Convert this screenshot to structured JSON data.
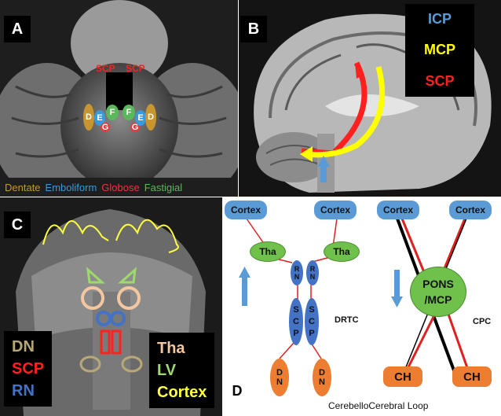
{
  "panelA": {
    "label": "A",
    "scp_left": "SCP",
    "scp_right": "SCP",
    "nuclei": {
      "dentate": "D",
      "emboliform": "E",
      "globose": "G",
      "fastigial": "F"
    },
    "legend": {
      "dentate": "Dentate",
      "emboliform": "Emboliform",
      "globose": "Globose",
      "fastigial": "Fastigial"
    }
  },
  "panelB": {
    "label": "B",
    "legend": {
      "icp": "ICP",
      "mcp": "MCP",
      "scp": "SCP"
    }
  },
  "panelC": {
    "label": "C",
    "legend_left": {
      "dn": "DN",
      "scp": "SCP",
      "rn": "RN"
    },
    "legend_right": {
      "tha": "Tha",
      "lv": "LV",
      "cortex": "Cortex"
    }
  },
  "panelD": {
    "label": "D",
    "cortex": "Cortex",
    "tha": "Tha",
    "rn_letters": [
      "R",
      "N"
    ],
    "scp_letters": [
      "S",
      "C",
      "P"
    ],
    "dn_letters": [
      "D",
      "N"
    ],
    "drtc": "DRTC",
    "pons_line1": "PONS",
    "pons_line2": "/MCP",
    "cpc": "CPC",
    "ch": "CH",
    "caption": "CerebelloCerebral Loop"
  },
  "colors": {
    "dentate": "#c8962e",
    "emboliform": "#3a9ad9",
    "globose": "#e8383d",
    "fastigial": "#5cb85c",
    "icp": "#5b9bd5",
    "mcp": "#ffff00",
    "scp": "#ff2020",
    "rn": "#4472c4",
    "dn": "#b8a878",
    "tha": "#f4c7a0",
    "lv": "#9fd86b",
    "cortex": "#ffff40"
  }
}
